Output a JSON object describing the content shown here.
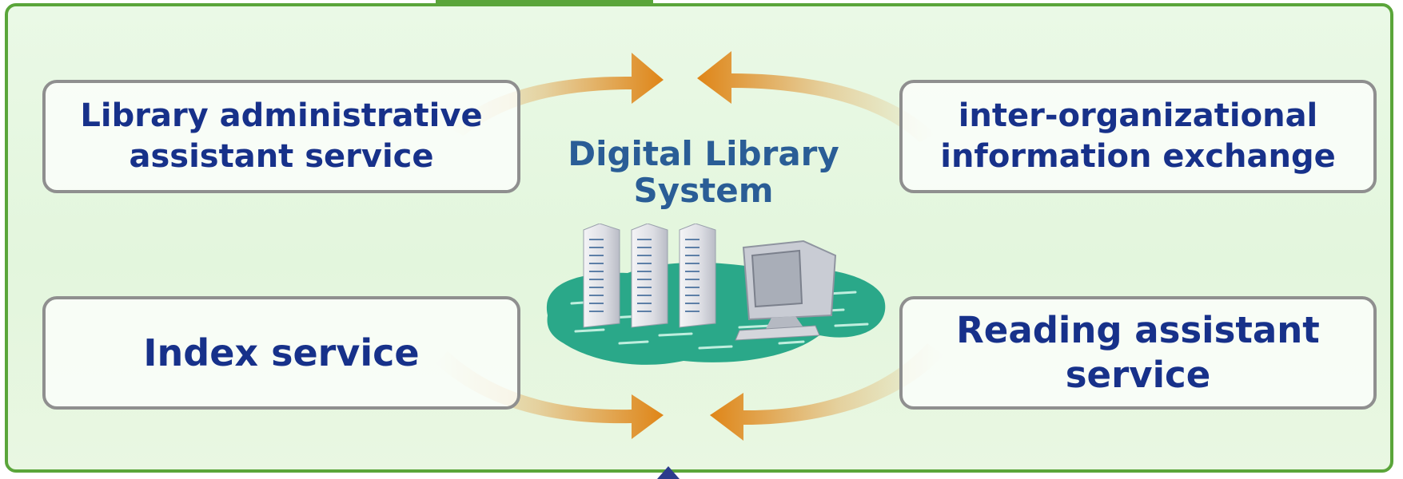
{
  "diagram": {
    "center_title": "Digital Library\nSystem",
    "nodes": {
      "top_left": "Library administrative\nassistant service",
      "top_right": "inter-organizational\ninformation exchange",
      "bottom_left": "Index service",
      "bottom_right": "Reading assistant\nservice"
    },
    "center_icon": "server-computer-icon",
    "colors": {
      "frame": "#5aa53a",
      "box_text": "#17318a",
      "title_text": "#2a5d96",
      "arrow": "#e08a22",
      "box_border": "#8f8f8f"
    }
  }
}
